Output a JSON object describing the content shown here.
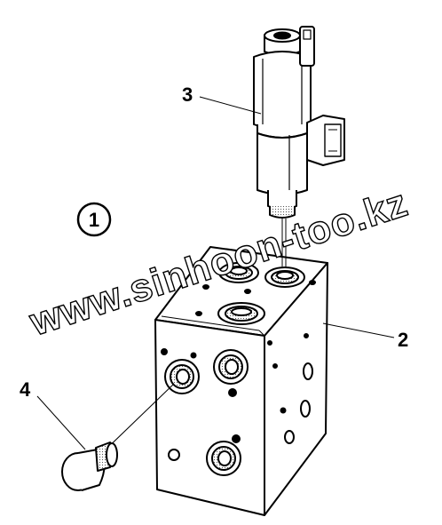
{
  "diagram": {
    "view_label": "1",
    "callouts": [
      {
        "id": "solenoid",
        "label": "3"
      },
      {
        "id": "block",
        "label": "2"
      },
      {
        "id": "plug",
        "label": "4"
      }
    ],
    "watermark": "www.sinhoon-too.kz"
  },
  "colors": {
    "ink": "#000000",
    "paper": "#ffffff",
    "shade": "#d0d0d0"
  }
}
